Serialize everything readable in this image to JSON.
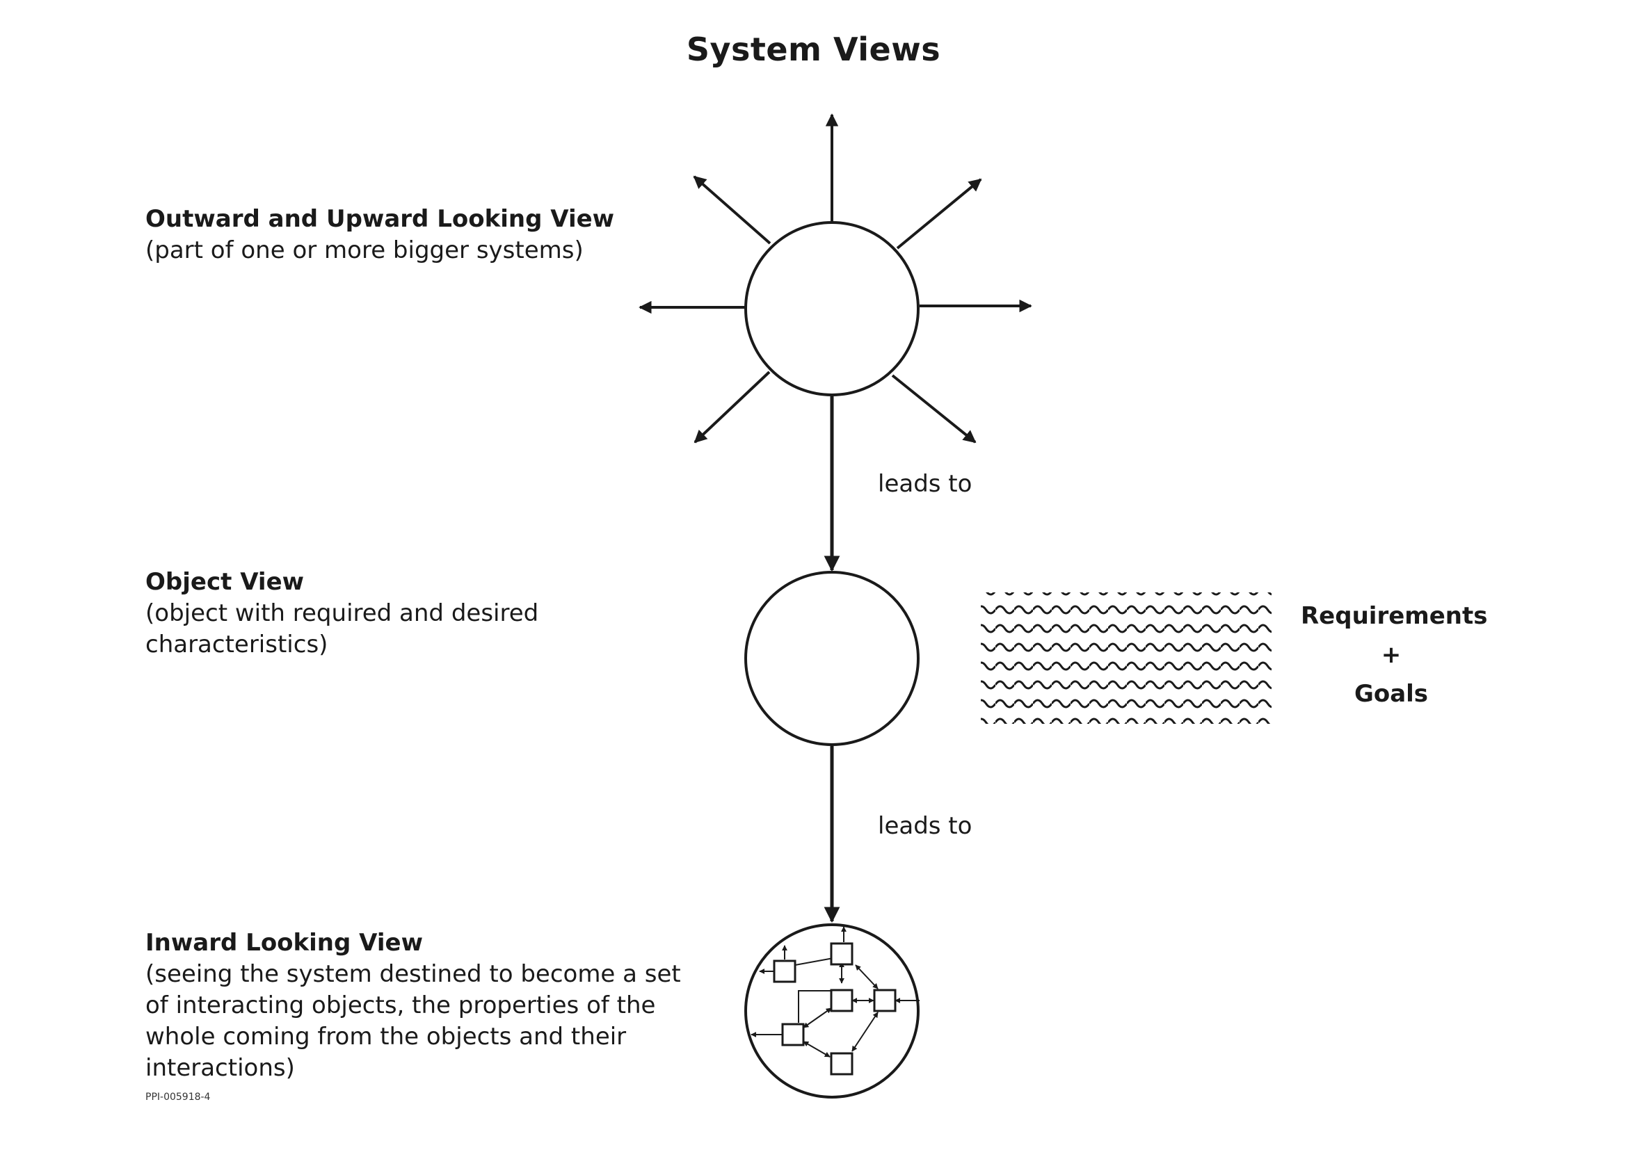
{
  "title": "System Views",
  "views": [
    {
      "heading": "Outward and Upward Looking View",
      "description": "(part of one or more bigger systems)"
    },
    {
      "heading": "Object View",
      "description": "(object with required and desired\ncharacteristics)"
    },
    {
      "heading": "Inward Looking View",
      "description": "(seeing the system destined to become a set\nof interacting objects, the properties of the\nwhole coming from the objects and their\ninteractions)"
    }
  ],
  "connectors": [
    {
      "label": "leads to"
    },
    {
      "label": "leads to"
    }
  ],
  "annotation": {
    "line1": "Requirements",
    "line2": "+",
    "line3": "Goals"
  },
  "figure_code": "PPI-005918-4",
  "colors": {
    "ink": "#1a1a1a",
    "background": "#ffffff"
  }
}
